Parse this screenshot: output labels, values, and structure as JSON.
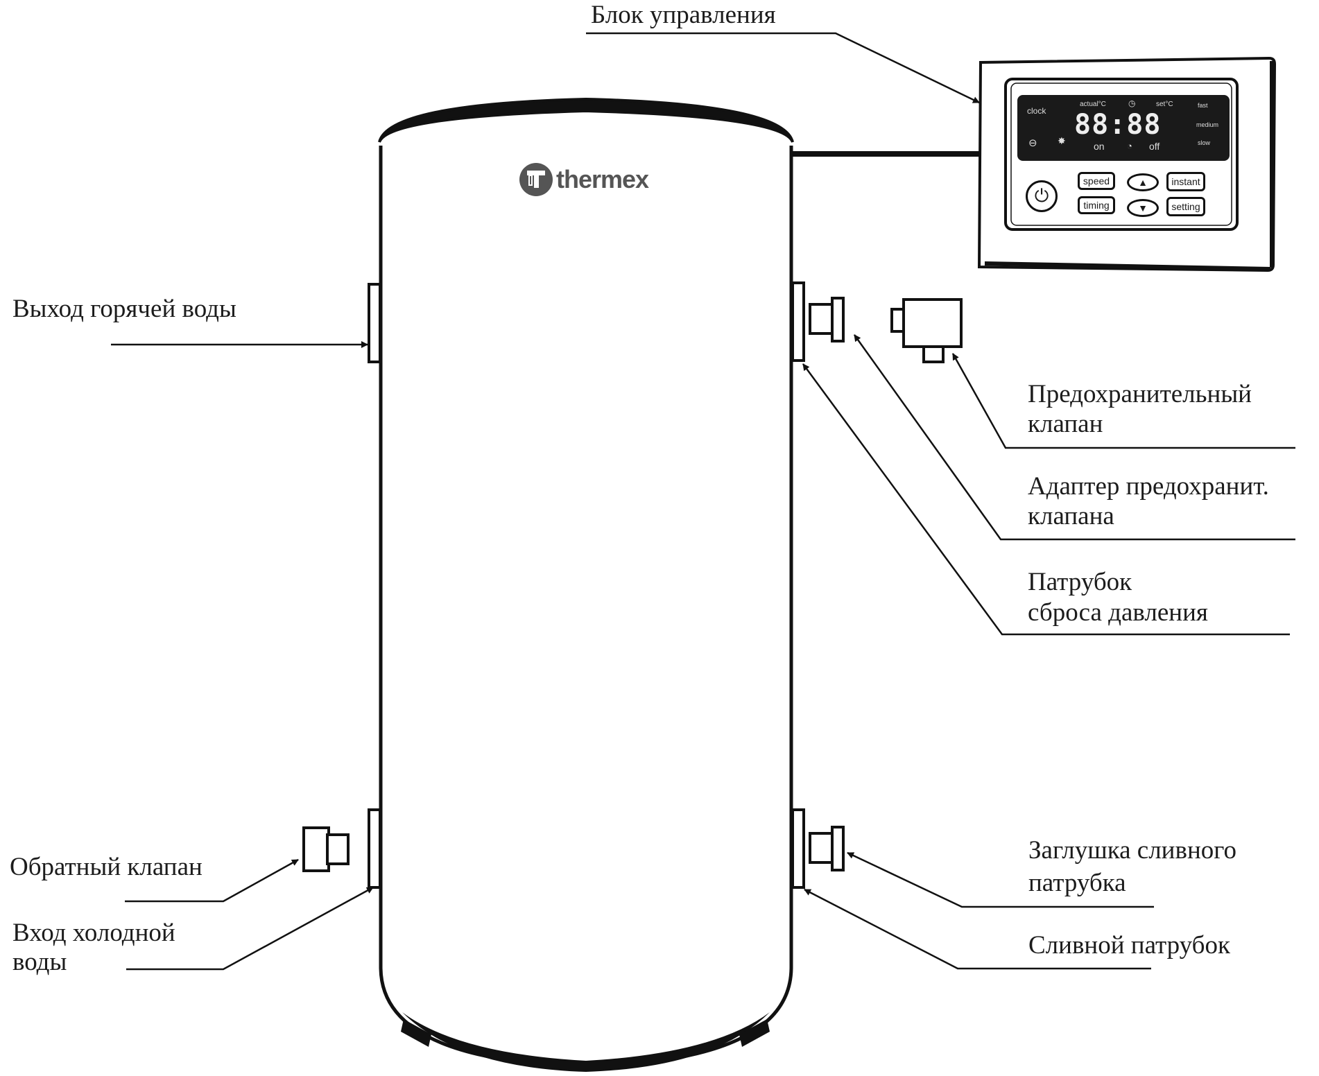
{
  "diagram": {
    "subject": "Thermex indirect water heater tank",
    "brand": "thermex",
    "colors": {
      "ink": "#111111",
      "background": "#ffffff",
      "display": "#1a1a1a"
    }
  },
  "labels": {
    "control_unit": "Блок управления",
    "hot_water_outlet": "Выход горячей воды",
    "safety_valve": [
      "Предохранительный",
      "клапан"
    ],
    "safety_valve_adapter": [
      "Адаптер предохранит.",
      "клапана"
    ],
    "pressure_relief_pipe": [
      "Патрубок",
      "сброса давления"
    ],
    "check_valve": "Обратный клапан",
    "cold_water_inlet": [
      "Вход холодной",
      "воды"
    ],
    "drain_plug": [
      "Заглушка сливного",
      "патрубка"
    ],
    "drain_pipe": "Сливной патрубок"
  },
  "control_panel": {
    "display": {
      "clock": "clock",
      "actual": "actual°C",
      "set": "set°C",
      "fast": "fast",
      "medium": "medium",
      "slow": "slow",
      "digits": "88:88",
      "on": "on",
      "off": "off"
    },
    "buttons": {
      "speed": "speed",
      "timing": "timing",
      "instant": "instant",
      "setting": "setting",
      "up": "▲",
      "down": "▼"
    }
  }
}
